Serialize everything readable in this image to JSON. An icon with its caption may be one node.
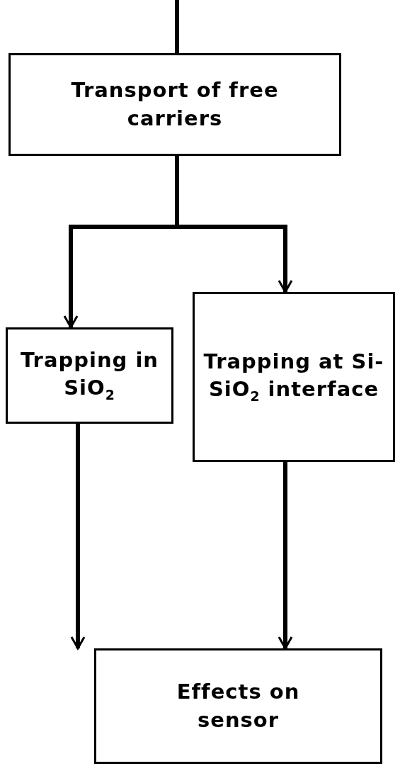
{
  "diagram": {
    "nodes": [
      {
        "text": [
          "Transport of free carriers"
        ]
      },
      {
        "text": [
          "Trapping in SiO$_{2}$"
        ]
      },
      {
        "text": [
          "Trapping at Si-SiO$_{2}$ interface"
        ]
      },
      {
        "text": [
          "Effects on sensor"
        ]
      }
    ],
    "edges": [
      {
        "from": null,
        "to": 0,
        "arrow": "none"
      },
      {
        "from": 0,
        "to": 1,
        "arrow": "to"
      },
      {
        "from": 0,
        "to": 2,
        "arrow": "to"
      },
      {
        "from": 1,
        "to": 3,
        "arrow": "to"
      },
      {
        "from": 2,
        "to": 3,
        "arrow": "to"
      }
    ]
  }
}
